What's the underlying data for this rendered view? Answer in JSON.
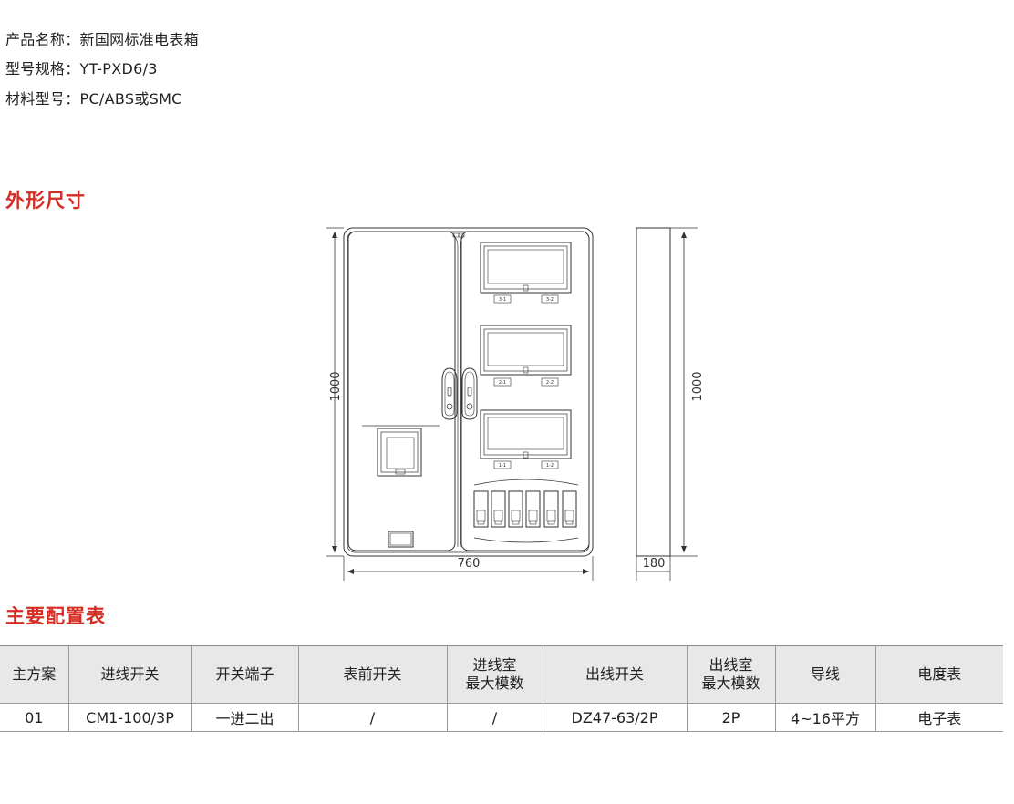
{
  "product": {
    "name_label": "产品名称：",
    "name_value": "新国网标准电表箱",
    "model_label": "型号规格：",
    "model_value": "YT-PXD6/3",
    "material_label": "材料型号：",
    "material_value": "PC/ABS或SMC"
  },
  "sections": {
    "dimensions_title": "外形尺寸",
    "config_title": "主要配置表"
  },
  "drawing": {
    "height_left": "1000",
    "height_right": "1000",
    "width": "760",
    "depth": "180",
    "meter_labels": [
      [
        "3-1",
        "3-2"
      ],
      [
        "2-1",
        "2-2"
      ],
      [
        "1-1",
        "1-2"
      ]
    ]
  },
  "config_table": {
    "headers": [
      "主方案",
      "进线开关",
      "开关端子",
      "表前开关",
      "进线室\n最大模数",
      "出线开关",
      "出线室\n最大模数",
      "导线",
      "电度表"
    ],
    "rows": [
      [
        "01",
        "CM1-100/3P",
        "一进二出",
        "/",
        "/",
        "DZ47-63/2P",
        "2P",
        "4~16平方",
        "电子表"
      ]
    ]
  },
  "colors": {
    "accent": "#d62c24",
    "header_bg": "#e8e8e8",
    "line": "#333333"
  }
}
